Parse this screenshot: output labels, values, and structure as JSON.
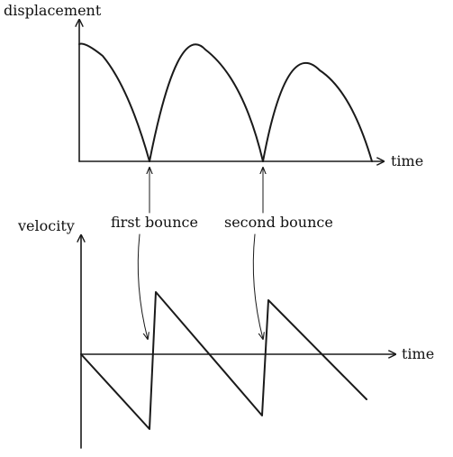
{
  "labels": {
    "displacement": "displacement",
    "time_top": "time",
    "velocity": "velocity",
    "time_bottom": "time",
    "first_bounce": "first bounce",
    "second_bounce": "second bounce"
  },
  "colors": {
    "ink": "#1a1a1a",
    "background": "#ffffff"
  }
}
